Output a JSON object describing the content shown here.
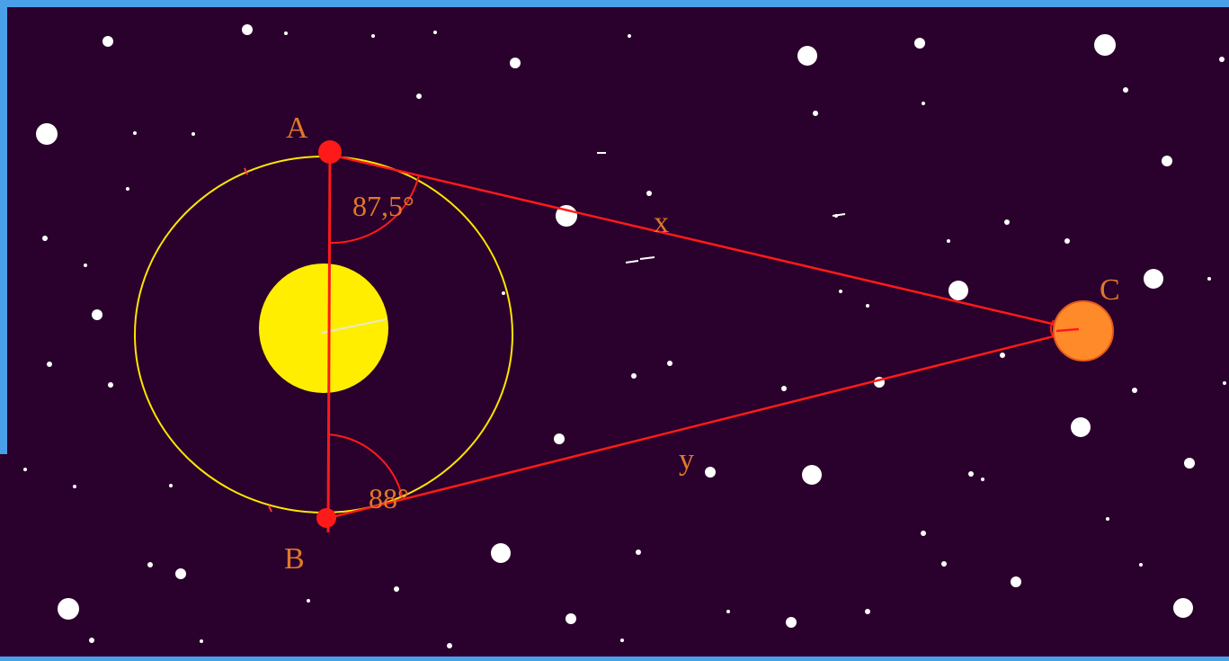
{
  "diagram": {
    "labels": {
      "point_a": "A",
      "point_b": "B",
      "point_c": "C",
      "side_x": "x",
      "side_y": "y",
      "angle_a": "87,5°",
      "angle_b": "88°"
    },
    "colors": {
      "frame": "#4a9fe8",
      "sky": "#2a002c",
      "orbit": "#ffe600",
      "sun": "#ffee00",
      "lines": "#ff1a1a",
      "points": "#ff1a1a",
      "planet": "#ff8a2a",
      "labels": "#e0782a",
      "stars": "#ffffff"
    },
    "icons": {
      "sun": "sun-icon",
      "planet": "planet-icon",
      "stars": "star-icon"
    }
  }
}
